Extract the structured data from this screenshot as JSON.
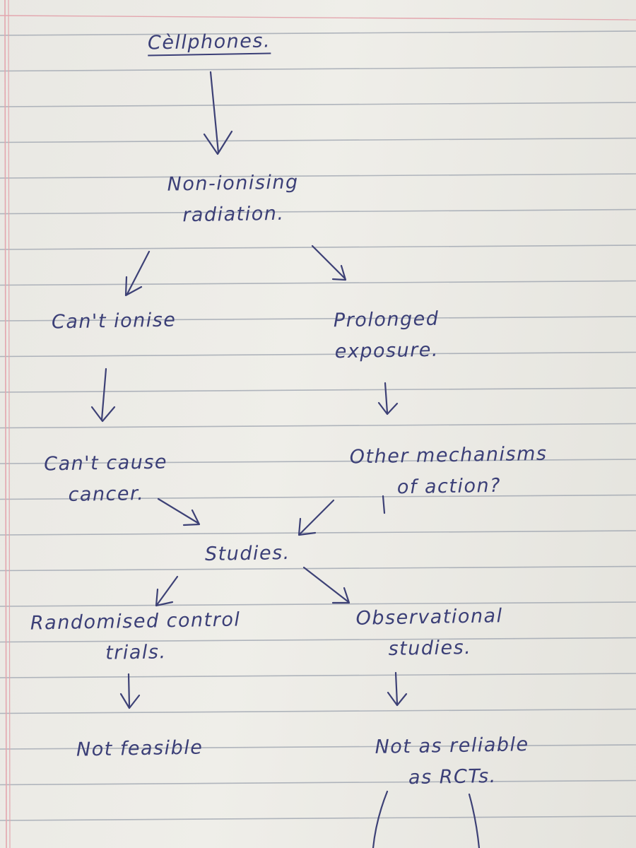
{
  "nodes": {
    "cellphones": "Cèllphones.",
    "non_ionising": [
      "Non-ionising",
      "radiation."
    ],
    "cant_ionise": "Can't ionise",
    "prolonged": [
      "Prolonged",
      "exposure."
    ],
    "cant_cause": [
      "Can't cause",
      "cancer."
    ],
    "other_mechanisms": [
      "Other mechanisms",
      "of action?"
    ],
    "studies": "Studies.",
    "rct": [
      "Randomised control",
      "trials."
    ],
    "observational": [
      "Observational",
      "studies."
    ],
    "not_feasible": "Not feasible",
    "not_as_reliable": [
      "Not as reliable",
      "as RCTs."
    ]
  },
  "colors": {
    "ink": "#3b3f77",
    "rule": "#9aa1ad",
    "margin": "#e3a6ae",
    "paper": "#ecebe6"
  }
}
